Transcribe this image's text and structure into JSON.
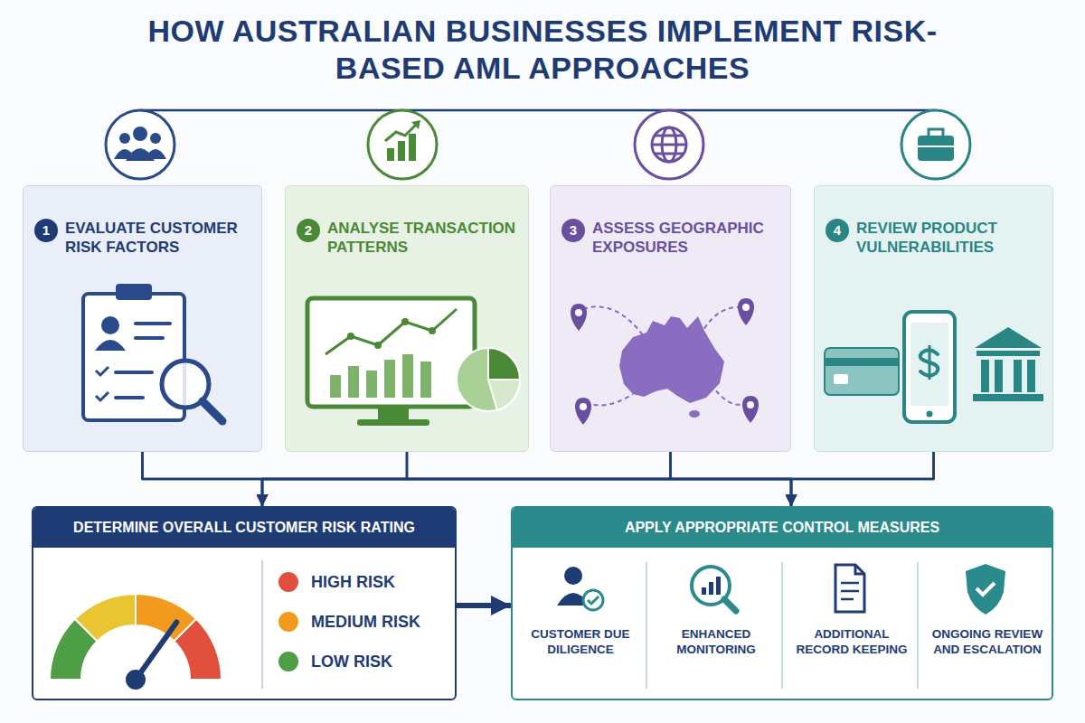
{
  "diagram": {
    "title": "HOW AUSTRALIAN BUSINESSES IMPLEMENT RISK-BASED AML APPROACHES",
    "nodes": [
      {
        "text": [
          "1",
          "EVALUATE CUSTOMER RISK FACTORS"
        ]
      },
      {
        "text": [
          "2",
          "ANALYSE TRANSACTION PATTERNS"
        ]
      },
      {
        "text": [
          "3",
          "ASSESS GEOGRAPHIC EXPOSURES"
        ]
      },
      {
        "text": [
          "4",
          "REVIEW PRODUCT VULNERABILITIES"
        ]
      },
      {
        "text": [
          "DETERMINE OVERALL CUSTOMER RISK RATING"
        ]
      },
      {
        "text": [
          "APPLY APPROPRIATE CONTROL MEASURES"
        ]
      },
      {
        "text": [
          "CUSTOMER DUE DILIGENCE"
        ],
        "in": 5
      },
      {
        "text": [
          "ENHANCED MONITORING"
        ],
        "in": 5
      },
      {
        "text": [
          "ADDITIONAL RECORD KEEPING"
        ],
        "in": 5
      },
      {
        "text": [
          "ONGOING REVIEW AND ESCALATION"
        ],
        "in": 5
      }
    ],
    "edges": [
      {
        "from": 0,
        "to": 4,
        "arrow": "to"
      },
      {
        "from": 1,
        "to": 4,
        "arrow": "to"
      },
      {
        "from": 2,
        "to": 4,
        "arrow": "to"
      },
      {
        "from": 3,
        "to": 4,
        "arrow": "to"
      },
      {
        "from": 0,
        "to": 5,
        "arrow": "to"
      },
      {
        "from": 1,
        "to": 5,
        "arrow": "to"
      },
      {
        "from": 2,
        "to": 5,
        "arrow": "to"
      },
      {
        "from": 3,
        "to": 5,
        "arrow": "to"
      },
      {
        "from": 4,
        "to": 5,
        "arrow": "to"
      }
    ],
    "legend": [
      {
        "text": "HIGH RISK",
        "color": "#e0503c"
      },
      {
        "text": "MEDIUM RISK",
        "color": "#f29a1e"
      },
      {
        "text": "LOW RISK",
        "color": "#4e9e46"
      }
    ]
  }
}
